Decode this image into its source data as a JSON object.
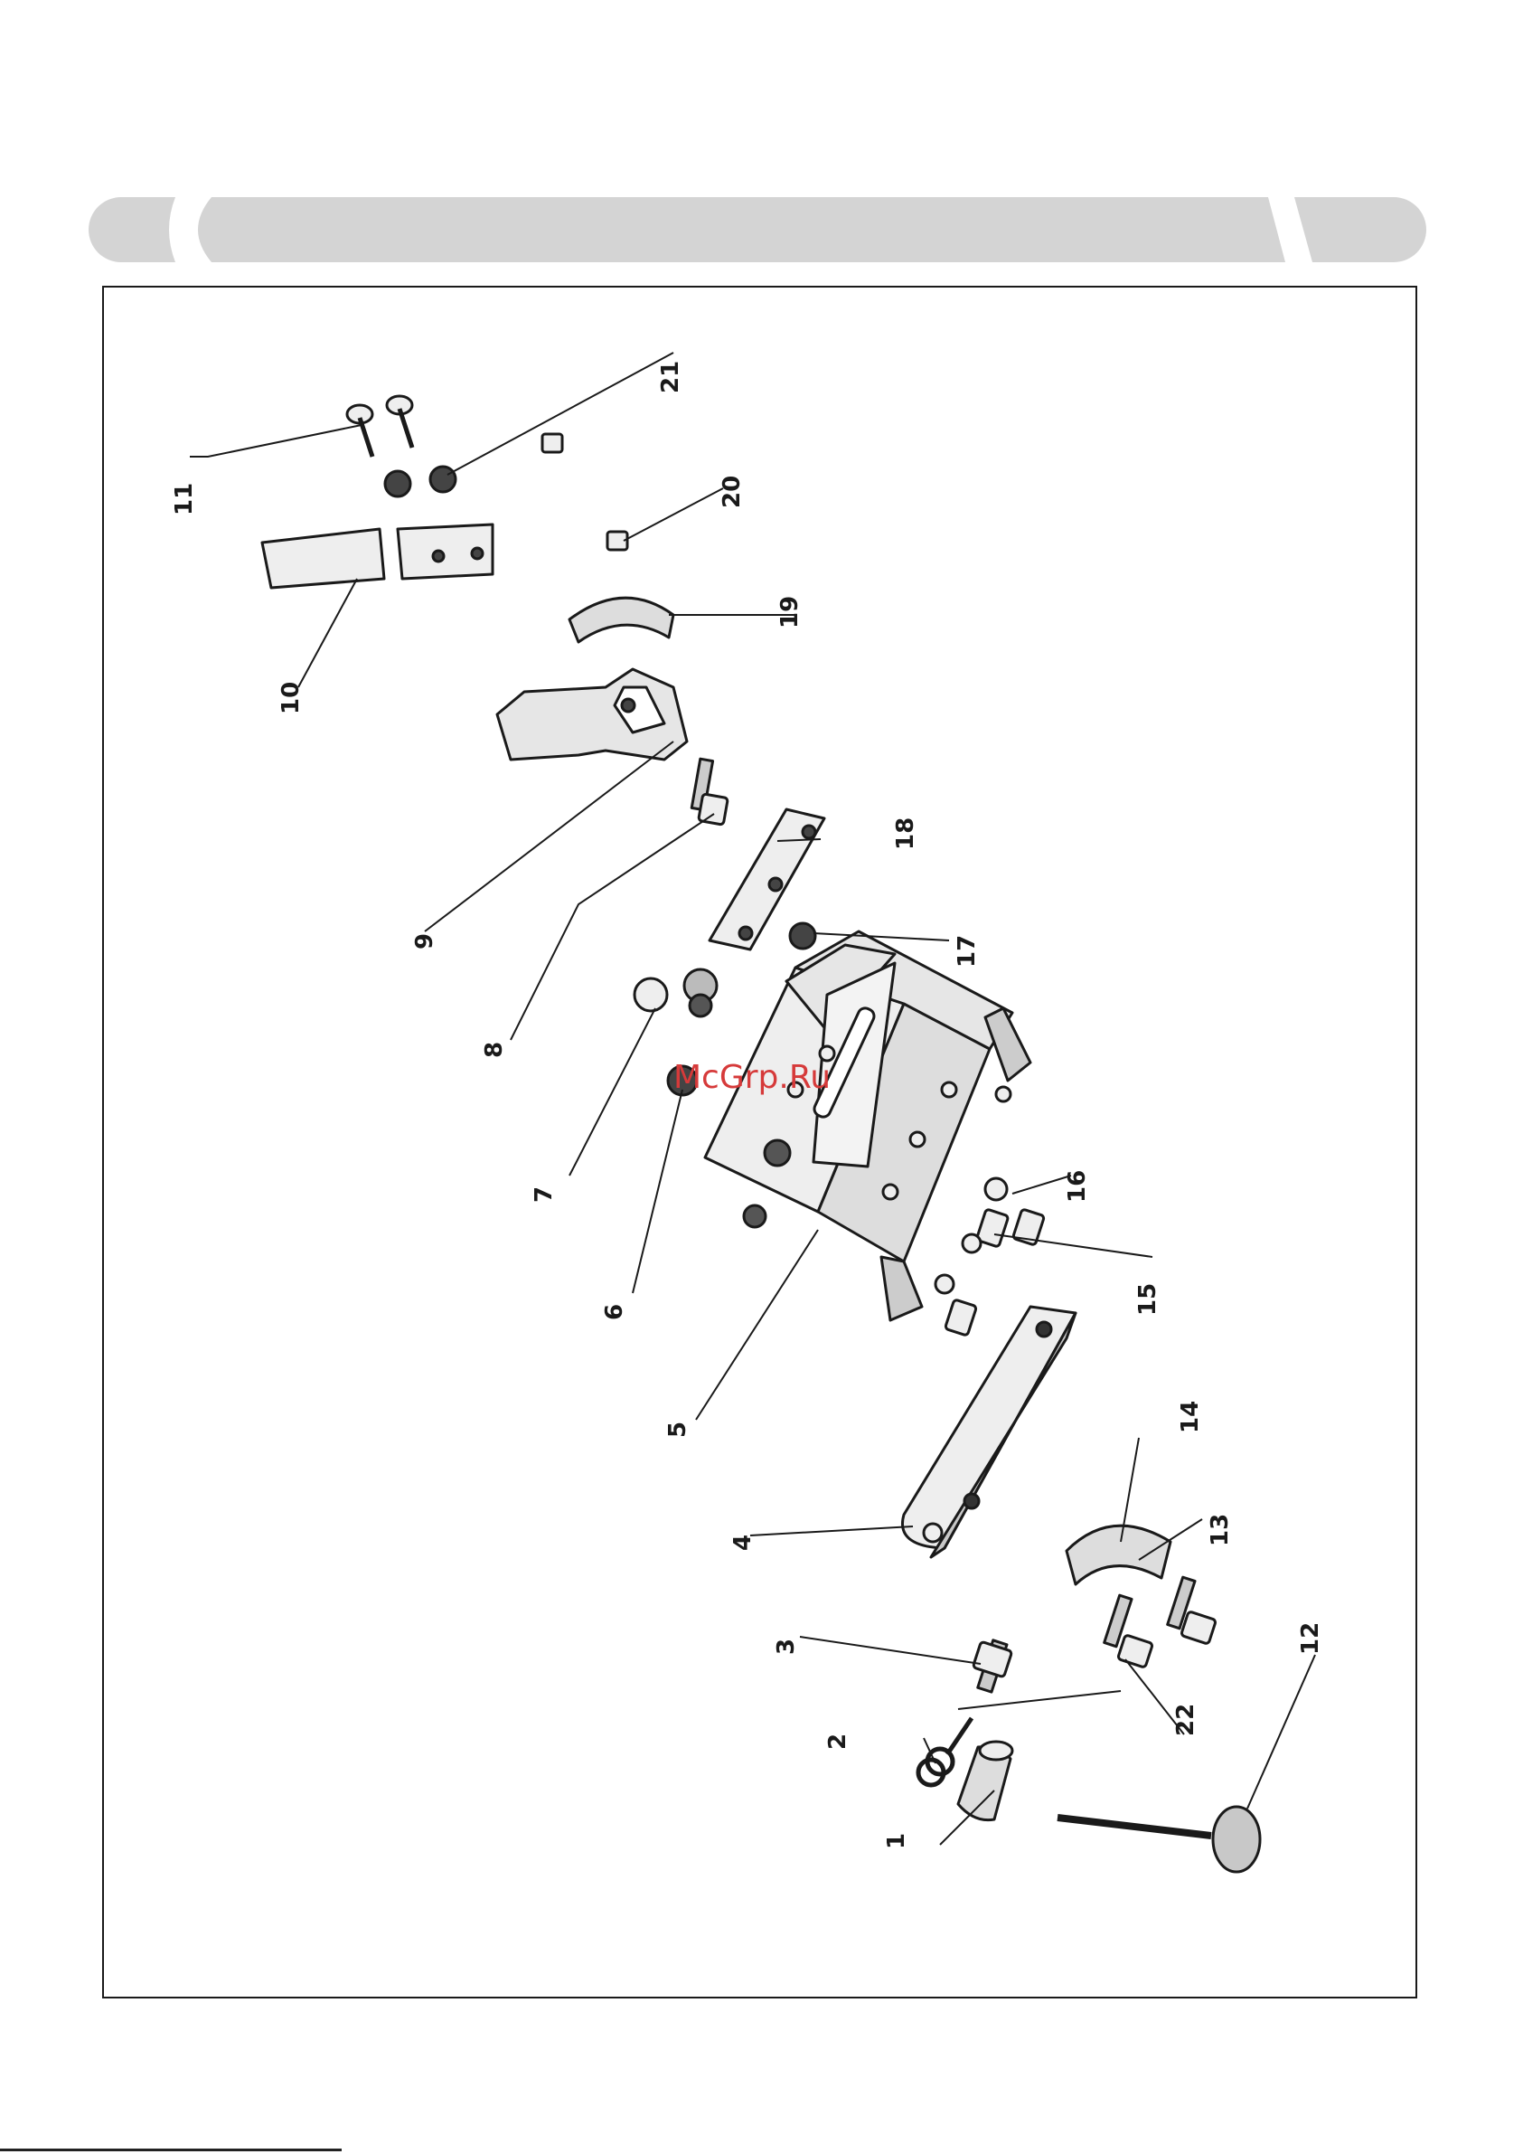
{
  "watermark": "McGrp.Ru",
  "part_labels": [
    {
      "id": "1",
      "text": "1"
    },
    {
      "id": "2",
      "text": "2"
    },
    {
      "id": "3",
      "text": "3"
    },
    {
      "id": "4",
      "text": "4"
    },
    {
      "id": "5",
      "text": "5"
    },
    {
      "id": "6",
      "text": "6"
    },
    {
      "id": "7",
      "text": "7"
    },
    {
      "id": "8",
      "text": "8"
    },
    {
      "id": "9",
      "text": "9"
    },
    {
      "id": "10",
      "text": "10"
    },
    {
      "id": "11",
      "text": "11"
    },
    {
      "id": "12",
      "text": "12"
    },
    {
      "id": "13",
      "text": "13"
    },
    {
      "id": "14",
      "text": "14"
    },
    {
      "id": "15",
      "text": "15"
    },
    {
      "id": "16",
      "text": "16"
    },
    {
      "id": "17",
      "text": "17"
    },
    {
      "id": "18",
      "text": "18"
    },
    {
      "id": "19",
      "text": "19"
    },
    {
      "id": "20",
      "text": "20"
    },
    {
      "id": "21",
      "text": "21"
    },
    {
      "id": "22",
      "text": "22"
    }
  ],
  "colors": {
    "header_bar": "#d4d4d4",
    "line": "#1a1a1a",
    "part_fill": "#eeeeee",
    "part_shade": "#c8c8c8",
    "watermark": "#d63a3a"
  }
}
